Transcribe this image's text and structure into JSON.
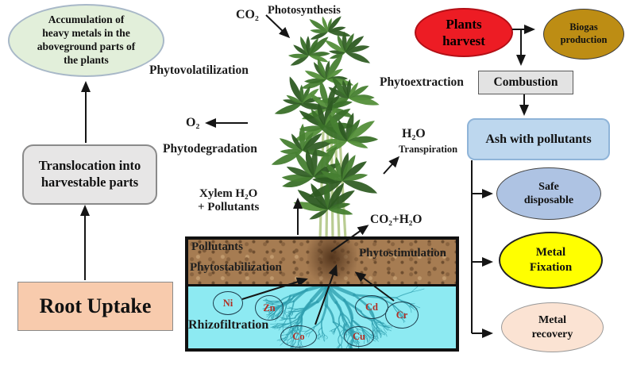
{
  "figure": "Phytoremediation processes diagram",
  "colors": {
    "red": "#ed1c24",
    "gold": "#bd8d14",
    "gray_box": "#e3e3e3",
    "ash_blue": "#bdd7ee",
    "periwinkle": "#aec3e3",
    "yellow": "#ffff00",
    "peach": "#fbe3d3",
    "salmon": "#f8cbad",
    "pale_green": "#e2efda",
    "light_gray": "#e7e6e6",
    "soil_brown": "#a67c52",
    "water_cyan": "#8deaf2",
    "root_teal": "#2f9fb0",
    "metal_red": "#b03026"
  },
  "left": {
    "accumulation": "Accumulation of\nheavy metals in the\naboveground parts of\nthe plants",
    "translocation": "Translocation into\nharvestable parts",
    "root_uptake": "Root Uptake"
  },
  "labels": {
    "co2": "CO₂",
    "photosynthesis": "Photosynthesis",
    "phytovolatilization": "Phytovolatilization",
    "phytoextraction": "Phytoextraction",
    "o2": "O₂",
    "phytodegradation": "Phytodegradation",
    "xylem": "Xylem H₂O\n+ Pollutants",
    "h2o": "H₂O",
    "transpiration": "Transpiration",
    "co2_h2o": "CO₂+H₂O"
  },
  "right": {
    "plants_harvest": "Plants\nharvest",
    "biogas": "Biogas\nproduction",
    "combustion": "Combustion",
    "ash": "Ash with pollutants",
    "safe_disposable": "Safe\ndisposable",
    "metal_fixation": "Metal\nFixation",
    "metal_recovery": "Metal\nrecovery"
  },
  "soil": {
    "pollutants": "Pollutants",
    "phytostabilization": "Phytostabilization",
    "phytostimulation": "Phytostimulation",
    "rhizofiltration": "Rhizofiltration",
    "metals": [
      "Ni",
      "Zn",
      "Cd",
      "Cr",
      "Co",
      "Cu"
    ]
  }
}
